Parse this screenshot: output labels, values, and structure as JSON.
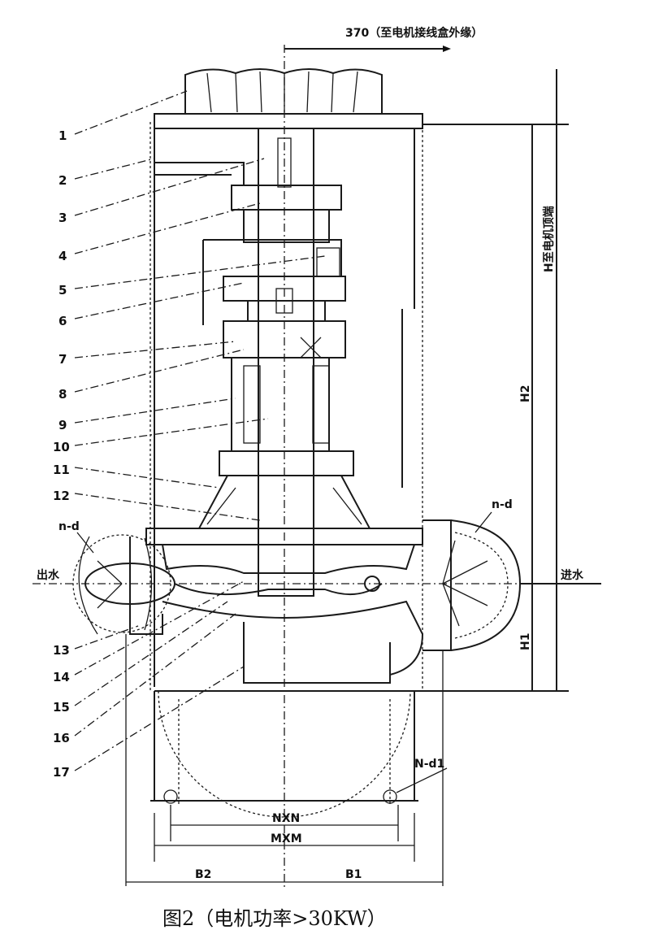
{
  "title_dimension": "370（至电机接线盒外缘）",
  "caption": "图2（电机功率>30KW）",
  "callouts": [
    "1",
    "2",
    "3",
    "4",
    "5",
    "6",
    "7",
    "8",
    "9",
    "10",
    "11",
    "12",
    "13",
    "14",
    "15",
    "16",
    "17"
  ],
  "labels": {
    "outlet": "出水",
    "inlet": "进水",
    "flange_left": "n-d",
    "flange_right": "n-d",
    "base_holes": "N-d1",
    "height_total": "H至电机顶端",
    "h2": "H2",
    "h1": "H1",
    "nxn": "NXN",
    "mxm": "MXM",
    "b2": "B2",
    "b1": "B1"
  }
}
